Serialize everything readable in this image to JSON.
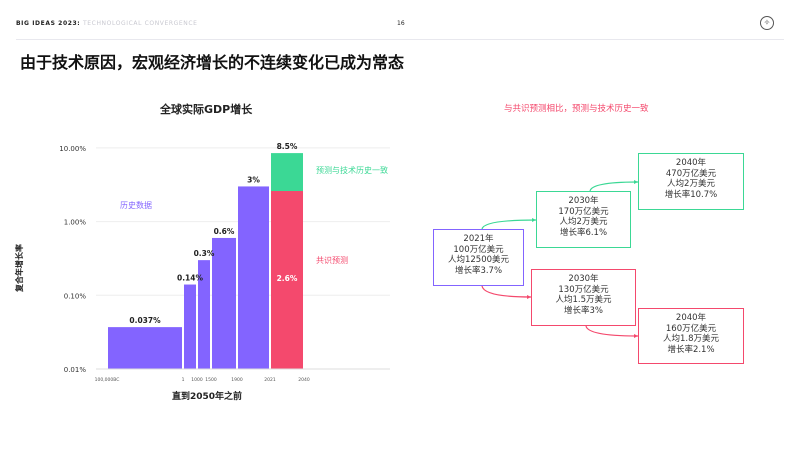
{
  "header": {
    "brand": "BIG IDEAS 2023:",
    "section": "TECHNOLOGICAL CONVERGENCE",
    "page": "16",
    "logo_text": "A"
  },
  "title": "由于技术原因，宏观经济增长的不连续变化已成为常态",
  "colors": {
    "history": "#8364ff",
    "consensus": "#f4496d",
    "tech": "#3bd895"
  },
  "chart_data": {
    "type": "bar",
    "title": "全球实际GDP增长",
    "xlabel": "直到2050年之前",
    "ylabel": "复合年增长率",
    "yscale": "log",
    "ylim": [
      0.01,
      10
    ],
    "yticks": [
      "0.01%",
      "0.10%",
      "1.00%",
      "10.00%"
    ],
    "xticks": [
      "100,000BC",
      "1",
      "1000",
      "1500",
      "1900",
      "2021",
      "2040"
    ],
    "bars": [
      {
        "from": "100,000BC",
        "to": "1",
        "value": 0.037,
        "label": "0.037%",
        "series": "history"
      },
      {
        "from": "1",
        "to": "1000",
        "value": 0.14,
        "label": "0.14%",
        "series": "history"
      },
      {
        "from": "1000",
        "to": "1500",
        "value": 0.3,
        "label": "0.3%",
        "series": "history"
      },
      {
        "from": "1500",
        "to": "1900",
        "value": 0.6,
        "label": "0.6%",
        "series": "history"
      },
      {
        "from": "1900",
        "to": "2021",
        "value": 3,
        "label": "3%",
        "series": "history"
      },
      {
        "from": "2021",
        "to": "2040",
        "value": 2.6,
        "label": "2.6%",
        "series": "consensus"
      },
      {
        "from": "2021",
        "to": "2040",
        "value": 8.5,
        "label": "8.5%",
        "series": "tech"
      }
    ],
    "annotations": {
      "history": "历史数据",
      "consensus": "共识预测",
      "tech": "预测与技术历史一致"
    }
  },
  "diagram": {
    "title": "与共识预测相比，预测与技术历史一致",
    "nodes": [
      {
        "id": "n2021",
        "lines": [
          "2021年",
          "100万亿美元",
          "人均12500美元",
          "增长率3.7%"
        ],
        "kind": "history"
      },
      {
        "id": "t2030",
        "lines": [
          "2030年",
          "170万亿美元",
          "人均2万美元",
          "增长率6.1%"
        ],
        "kind": "tech"
      },
      {
        "id": "t2040",
        "lines": [
          "2040年",
          "470万亿美元",
          "人均2万美元",
          "增长率10.7%"
        ],
        "kind": "tech"
      },
      {
        "id": "c2030",
        "lines": [
          "2030年",
          "130万亿美元",
          "人均1.5万美元",
          "增长率3%"
        ],
        "kind": "consensus"
      },
      {
        "id": "c2040",
        "lines": [
          "2040年",
          "160万亿美元",
          "人均1.8万美元",
          "增长率2.1%"
        ],
        "kind": "consensus"
      }
    ]
  }
}
